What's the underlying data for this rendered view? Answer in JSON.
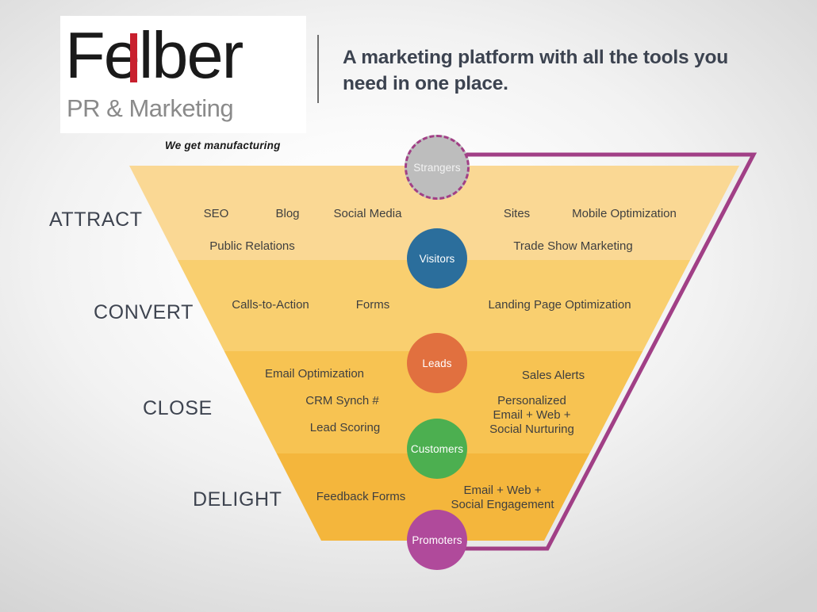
{
  "brand": {
    "name": "Felber",
    "subtitle": "PR & Marketing",
    "tagline": "We get manufacturing",
    "accent_red": "#c8202e",
    "subtitle_gray": "#8a8a8a"
  },
  "headline": "A marketing platform with all the tools you need in one place.",
  "funnel": {
    "outline_color": "#a13f86",
    "band_colors": [
      "#fad894",
      "#f9cf6f",
      "#f7c352",
      "#f4b63c"
    ],
    "stages": [
      {
        "key": "attract",
        "label": "ATTRACT"
      },
      {
        "key": "convert",
        "label": "CONVERT"
      },
      {
        "key": "close",
        "label": "CLOSE"
      },
      {
        "key": "delight",
        "label": "DELIGHT"
      }
    ],
    "nodes": [
      {
        "key": "strangers",
        "label": "Strangers",
        "color": "#bdbdbd"
      },
      {
        "key": "visitors",
        "label": "Visitors",
        "color": "#2b6e9c"
      },
      {
        "key": "leads",
        "label": "Leads",
        "color": "#e1703f"
      },
      {
        "key": "customers",
        "label": "Customers",
        "color": "#4caf50"
      },
      {
        "key": "promoters",
        "label": "Promoters",
        "color": "#b04a9b"
      }
    ],
    "tactics": [
      {
        "key": "seo",
        "text": "SEO"
      },
      {
        "key": "blog",
        "text": "Blog"
      },
      {
        "key": "social-media",
        "text": "Social Media"
      },
      {
        "key": "sites",
        "text": "Sites"
      },
      {
        "key": "mobile-optimization",
        "text": "Mobile Optimization"
      },
      {
        "key": "public-relations",
        "text": "Public Relations"
      },
      {
        "key": "trade-show-marketing",
        "text": "Trade Show Marketing"
      },
      {
        "key": "calls-to-action",
        "text": "Calls-to-Action"
      },
      {
        "key": "forms",
        "text": "Forms"
      },
      {
        "key": "landing-page-optimization",
        "text": "Landing Page Optimization"
      },
      {
        "key": "email-optimization",
        "text": "Email Optimization"
      },
      {
        "key": "sales-alerts",
        "text": "Sales Alerts"
      },
      {
        "key": "crm-synch",
        "text": "CRM Synch #"
      },
      {
        "key": "personalized-nurturing",
        "text": "Personalized Email + Web + Social Nurturing"
      },
      {
        "key": "lead-scoring",
        "text": "Lead Scoring"
      },
      {
        "key": "feedback-forms",
        "text": "Feedback Forms"
      },
      {
        "key": "engagement",
        "text": "Email + Web + Social Engagement"
      }
    ]
  },
  "chart_data": {
    "type": "diagram",
    "title": "Inbound marketing funnel",
    "stages": [
      {
        "stage": "ATTRACT",
        "entry_node": "Strangers",
        "exit_node": "Visitors",
        "tactics": [
          "SEO",
          "Blog",
          "Social Media",
          "Sites",
          "Mobile Optimization",
          "Public Relations",
          "Trade Show Marketing"
        ]
      },
      {
        "stage": "CONVERT",
        "entry_node": "Visitors",
        "exit_node": "Leads",
        "tactics": [
          "Calls-to-Action",
          "Forms",
          "Landing Page Optimization"
        ]
      },
      {
        "stage": "CLOSE",
        "entry_node": "Leads",
        "exit_node": "Customers",
        "tactics": [
          "Email Optimization",
          "Sales Alerts",
          "CRM Synch #",
          "Personalized Email + Web + Social Nurturing",
          "Lead Scoring"
        ]
      },
      {
        "stage": "DELIGHT",
        "entry_node": "Customers",
        "exit_node": "Promoters",
        "tactics": [
          "Feedback Forms",
          "Email + Web + Social Engagement"
        ]
      }
    ]
  }
}
